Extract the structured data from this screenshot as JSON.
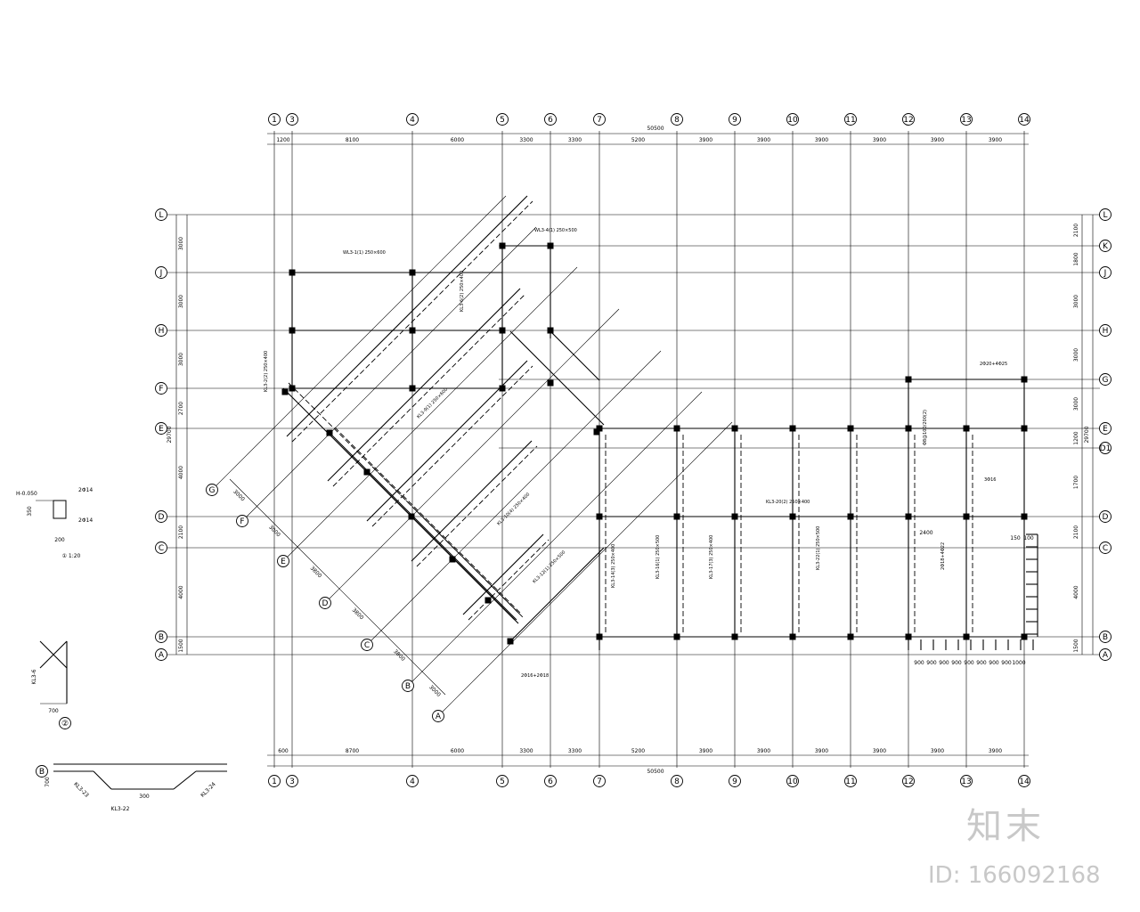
{
  "grid": {
    "vertical_axes": [
      {
        "label": "1",
        "top_dim": "1200",
        "bottom_dim": "600"
      },
      {
        "label": "3",
        "top_dim": "8100",
        "bottom_dim": "8700"
      },
      {
        "label": "4",
        "top_dim": "6000",
        "bottom_dim": "6000"
      },
      {
        "label": "5",
        "top_dim": "3300",
        "bottom_dim": "3300"
      },
      {
        "label": "6",
        "top_dim": "3300",
        "bottom_dim": "3300"
      },
      {
        "label": "7",
        "top_dim": "5200",
        "bottom_dim": "5200"
      },
      {
        "label": "8",
        "top_dim": "3900",
        "bottom_dim": "3900"
      },
      {
        "label": "9",
        "top_dim": "3900",
        "bottom_dim": "3900"
      },
      {
        "label": "10",
        "top_dim": "3900",
        "bottom_dim": "3900"
      },
      {
        "label": "11",
        "top_dim": "3900",
        "bottom_dim": "3900"
      },
      {
        "label": "12",
        "top_dim": "3900",
        "bottom_dim": "3900"
      },
      {
        "label": "13",
        "top_dim": "3900",
        "bottom_dim": "3900"
      },
      {
        "label": "14",
        "top_dim": "",
        "bottom_dim": ""
      }
    ],
    "bottom_labels": [
      "1",
      "3",
      "4",
      "5",
      "6",
      "7",
      "8",
      "9",
      "10",
      "11",
      "12",
      "13",
      "14"
    ],
    "overall_dim": "50500",
    "horizontal_axes_left": [
      {
        "label": "L",
        "dim": "3000"
      },
      {
        "label": "J",
        "dim": "3000"
      },
      {
        "label": "H",
        "dim": "3000"
      },
      {
        "label": "F",
        "dim": "2700"
      },
      {
        "label": "E",
        "dim": "4000"
      },
      {
        "label": "D",
        "dim": "2100"
      },
      {
        "label": "C",
        "dim": "4000"
      },
      {
        "label": "B",
        "dim": "1500"
      },
      {
        "label": "A",
        "dim": ""
      }
    ],
    "horizontal_axes_right": [
      {
        "label": "L",
        "dim": "2100"
      },
      {
        "label": "K",
        "dim": "1800"
      },
      {
        "label": "J",
        "dim": "3000"
      },
      {
        "label": "H",
        "dim": "3000"
      },
      {
        "label": "G",
        "dim": "3000"
      },
      {
        "label": "E",
        "dim": "1200"
      },
      {
        "label": "D1",
        "dim": "1700"
      },
      {
        "label": "D",
        "dim": "2100"
      },
      {
        "label": "C",
        "dim": "4000"
      },
      {
        "label": "B",
        "dim": "1500"
      },
      {
        "label": "A",
        "dim": ""
      }
    ],
    "total_height_left": "29700",
    "total_height_right": "29700",
    "skew_axes": [
      "G",
      "F",
      "E",
      "D",
      "C",
      "B",
      "A"
    ],
    "skew_dims": [
      "3000",
      "3000",
      "3800",
      "3800",
      "3800",
      "3000"
    ]
  },
  "beams": {
    "labels": [
      "WL3-1(1) 250×600",
      "KL3-2(2) 250×400",
      "WL3-4(1) 250×500",
      "KL3-6(2) 250×400",
      "KL3-9(1) 250×600",
      "KL3-10(4) 250×400",
      "KL3-12(1) 250×500",
      "KL3-14(3) 250×400",
      "KL3-16(1) 250×500",
      "KL3-17(3) 250×400",
      "KL3-20(2) 250×400",
      "KL3-22(1) 250×500",
      "2Φ18+4Φ22",
      "2Φ20+4Φ25",
      "Φ8@100/200(2)",
      "3Φ16",
      "2Φ16+2Φ18"
    ],
    "dims": [
      "2400",
      "150",
      "100",
      "700",
      "900",
      "1000"
    ]
  },
  "details": {
    "detail1": {
      "elev": "H-0.050",
      "bar_top": "2Φ14",
      "bar_bot": "2Φ14",
      "depth": "350",
      "width": "200",
      "caption": "①  1:20"
    },
    "detail2": {
      "label": "②",
      "dim": "700",
      "beam": "KL3-6"
    },
    "detail3": {
      "label": "B",
      "beams": [
        "KL3-23",
        "KL3-22",
        "KL3-24"
      ],
      "dim_a": "700",
      "dim_b": "300"
    }
  },
  "watermark": {
    "logo": "知末",
    "id": "ID: 166092168",
    "color": "#c8c8c8"
  }
}
